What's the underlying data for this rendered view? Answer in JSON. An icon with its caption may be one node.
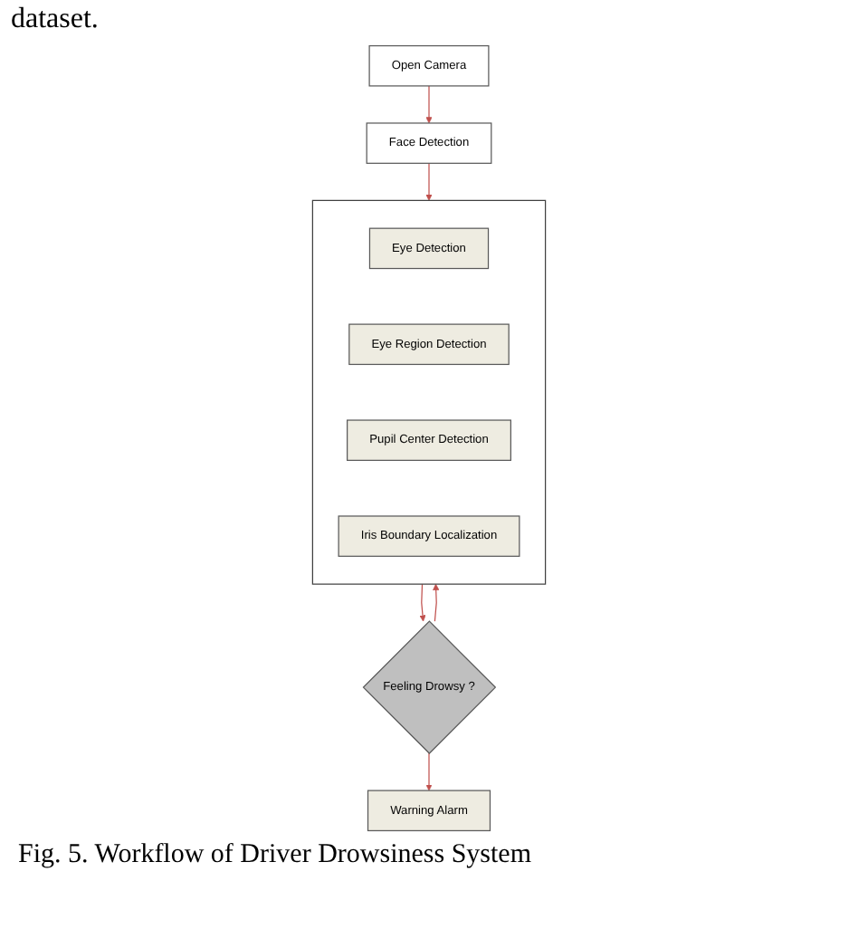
{
  "diagram": {
    "caption": "Fig. 5. Workflow of Driver Drowsiness System",
    "nodes": [
      {
        "text": [
          "Open Camera"
        ]
      },
      {
        "text": [
          "Face Detection"
        ]
      },
      {
        "text": [],
        "shape": "box"
      },
      {
        "text": [
          "Eye Detection"
        ],
        "in": 2
      },
      {
        "text": [
          "Eye Region Detection"
        ],
        "in": 2
      },
      {
        "text": [
          "Pupil Center Detection"
        ],
        "in": 2
      },
      {
        "text": [
          "Iris Boundary Localization"
        ],
        "in": 2
      },
      {
        "text": [
          "Feeling Drowsy ?"
        ]
      },
      {
        "text": [
          "Warning Alarm"
        ]
      }
    ],
    "edges": [
      {
        "from": 0,
        "to": 1,
        "arrow": "to"
      },
      {
        "from": 1,
        "to": 2,
        "arrow": "to"
      },
      {
        "from": 2,
        "to": 7,
        "arrow": "to"
      },
      {
        "from": 7,
        "to": 2,
        "arrow": "to"
      },
      {
        "from": 7,
        "to": 8,
        "arrow": "to"
      }
    ],
    "labels": [
      "dataset."
    ]
  }
}
